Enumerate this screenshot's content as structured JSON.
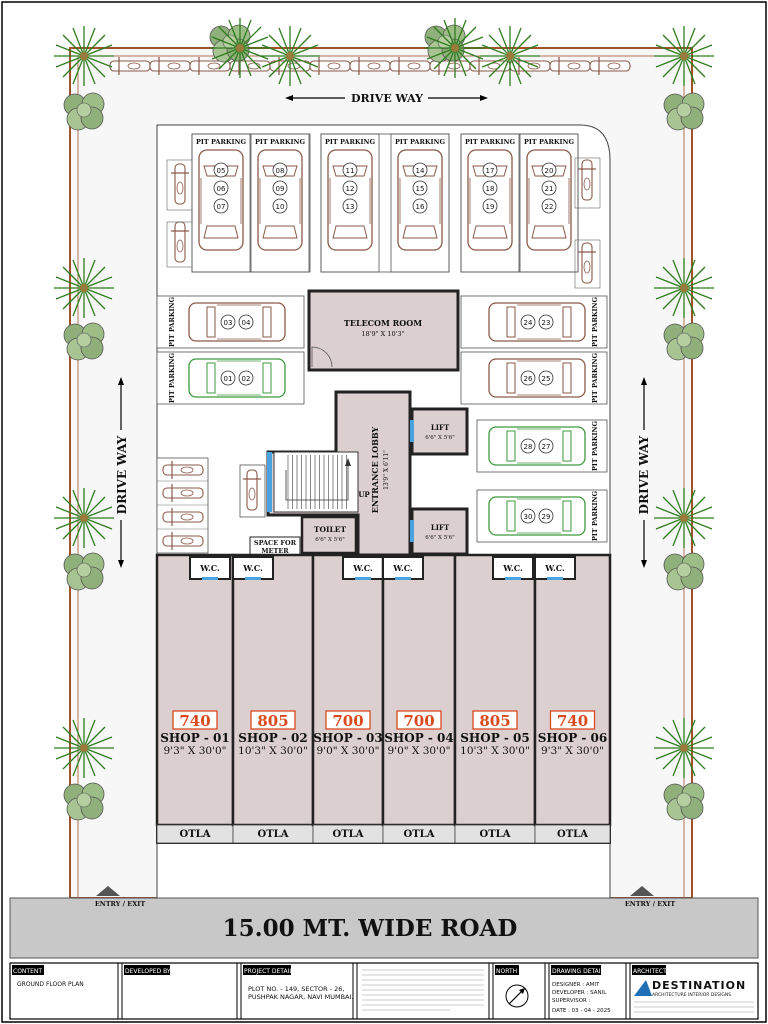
{
  "labels": {
    "drive_way_top": "DRIVE WAY",
    "drive_way_left": "DRIVE WAY",
    "drive_way_right": "DRIVE WAY",
    "pit_parking": "PIT PARKING",
    "telecom_room": "TELECOM ROOM",
    "telecom_size": "18'9\" X 10'3\"",
    "entrance_lobby": "ENTRANCE LOBBY",
    "entrance_size": "13'9\" X 6'11\"",
    "lift": "LIFT",
    "lift_size": "6'6\" X 5'6\"",
    "toilet": "TOILET",
    "toilet_size": "6'6\" X 5'6\"",
    "up": "UP",
    "space_for": "SPACE FOR",
    "meter": "METER",
    "wc": "W.C.",
    "otla": "OTLA",
    "entry_exit": "ENTRY / EXIT",
    "road": "15.00 MT. WIDE ROAD"
  },
  "pit_columns": [
    {
      "slots": [
        "05",
        "06",
        "07"
      ]
    },
    {
      "slots": [
        "08",
        "09",
        "10"
      ]
    },
    {
      "slots": [
        "11",
        "12",
        "13"
      ]
    },
    {
      "slots": [
        "14",
        "15",
        "16"
      ]
    },
    {
      "slots": [
        "17",
        "18",
        "19"
      ]
    },
    {
      "slots": [
        "20",
        "21",
        "22"
      ]
    }
  ],
  "side_parking": [
    {
      "a": "03",
      "b": "04"
    },
    {
      "a": "01",
      "b": "02"
    },
    {
      "a": "24",
      "b": "23"
    },
    {
      "a": "26",
      "b": "25"
    },
    {
      "a": "28",
      "b": "27"
    },
    {
      "a": "30",
      "b": "29"
    }
  ],
  "shops": [
    {
      "area": "740",
      "name": "SHOP - 01",
      "size": "9'3\" X 30'0\""
    },
    {
      "area": "805",
      "name": "SHOP - 02",
      "size": "10'3\" X 30'0\""
    },
    {
      "area": "700",
      "name": "SHOP - 03",
      "size": "9'0\" X 30'0\""
    },
    {
      "area": "700",
      "name": "SHOP - 04",
      "size": "9'0\" X 30'0\""
    },
    {
      "area": "805",
      "name": "SHOP - 05",
      "size": "10'3\" X 30'0\""
    },
    {
      "area": "740",
      "name": "SHOP - 06",
      "size": "9'3\" X 30'0\""
    }
  ],
  "title_block": {
    "content_head": "CONTENT",
    "content_value": "GROUND FLOOR PLAN",
    "developed_head": "DEVELOPED BY",
    "project_head": "PROJECT DETAIL",
    "project_line1": "PLOT NO. - 149, SECTOR - 26,",
    "project_line2": "PUSHPAK NAGAR, NAVI MUMBAI.",
    "north_head": "NORTH",
    "drawing_head": "DRAWING DETAIL",
    "designer": "DESIGNER : AMIT",
    "developer": "DEVELOPER : SANIL",
    "supervisor": "SUPERVISOR :",
    "date": "DATE : 03 - 04 - 2025",
    "architect_head": "ARCHITECT",
    "brand": "DESTINATION",
    "brand_sub": "ARCHITECTURE INTERIOR DESIGNS"
  },
  "colors": {
    "shop_fill": "#dccfcf",
    "road_fill": "#c8c8c8",
    "car_outline": "#8a5a4a",
    "green_car": "#3f9a3f",
    "area_red": "#d94a1e",
    "tree_green": "#3a8a2a"
  }
}
